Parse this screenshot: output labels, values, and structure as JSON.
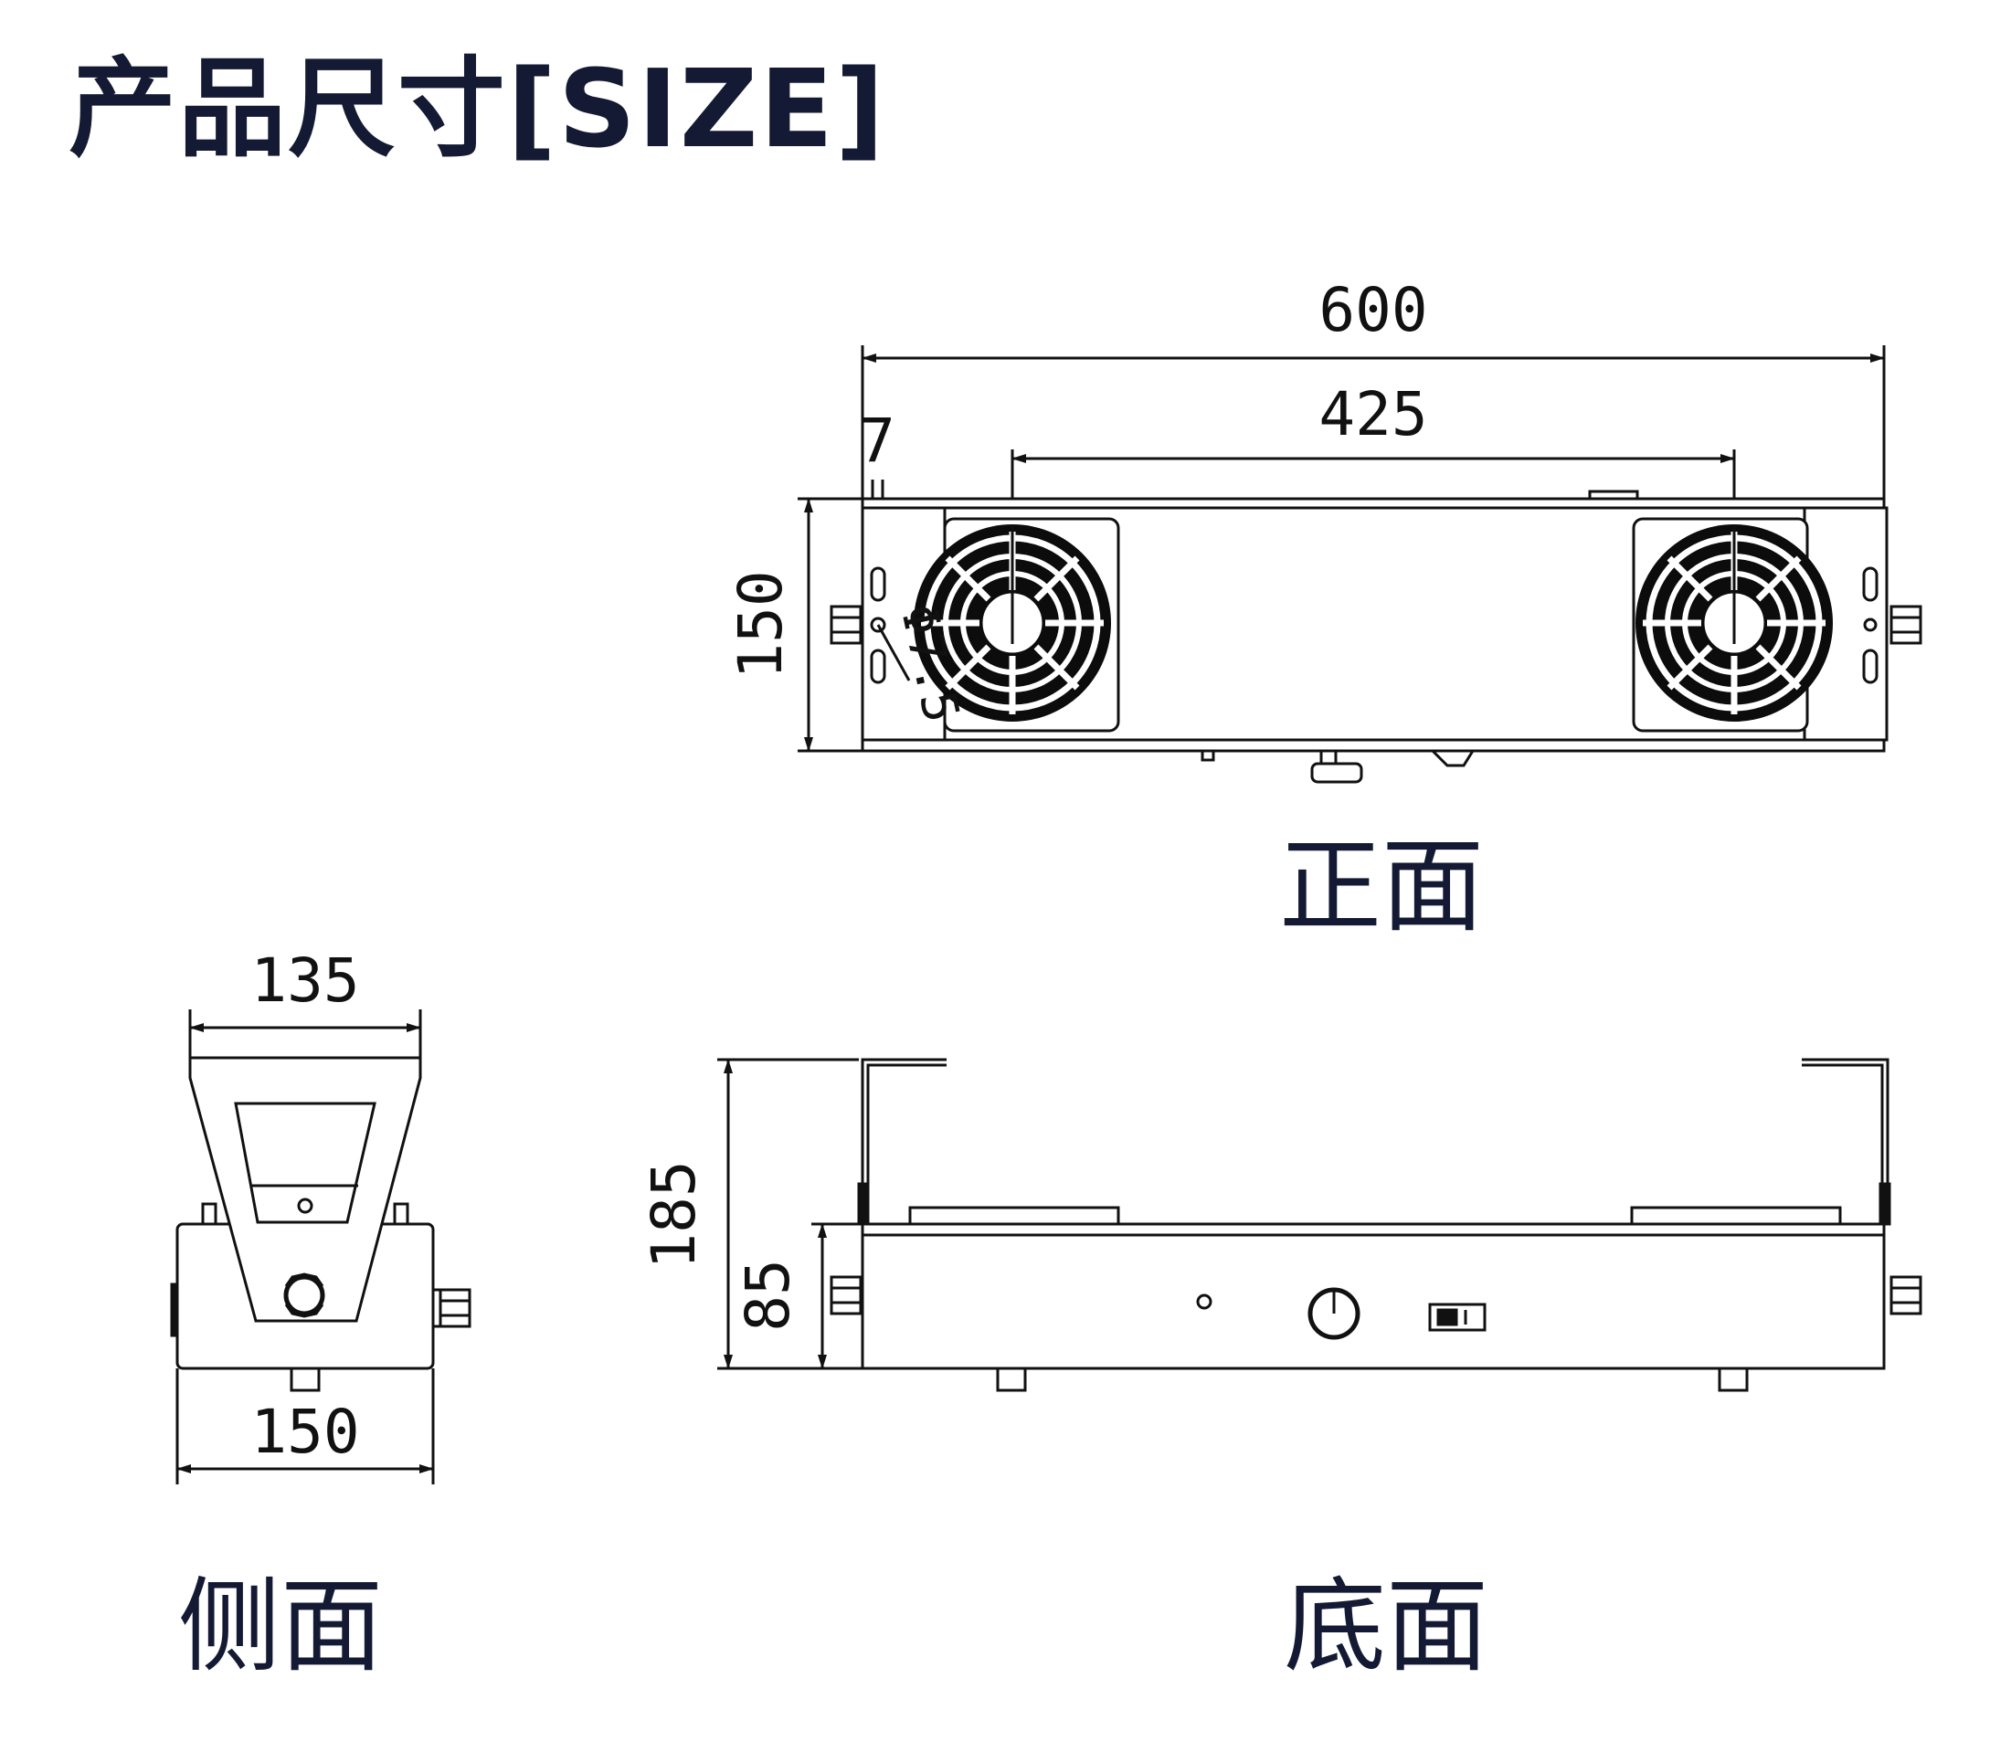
{
  "title": "产品尺寸[SIZE]",
  "views": {
    "front": "正面",
    "side": "侧面",
    "bottom": "底面"
  },
  "dimensions": {
    "front_width": "600",
    "fan_spacing": "425",
    "slot_width": "7",
    "height": "150",
    "hole_diameter": "Φ7.5",
    "side_top_width": "135",
    "side_bottom_width": "150",
    "bottom_total_height": "185",
    "bottom_body_height": "85"
  },
  "colors": {
    "ink": "#141a33",
    "line": "#111111",
    "fan": "#0c0c0c"
  }
}
